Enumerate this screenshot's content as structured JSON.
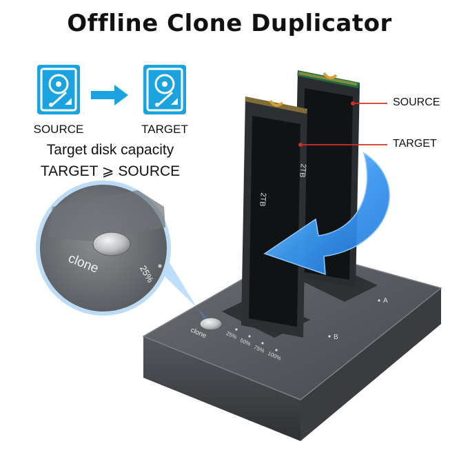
{
  "title": "Offline Clone Duplicator",
  "diagram": {
    "source_label": "SOURCE",
    "target_label": "TARGET",
    "capacity_line1": "Target disk capacity",
    "capacity_line2": "TARGET ⩾ SOURCE"
  },
  "callouts": {
    "source": "SOURCE",
    "target": "TARGET"
  },
  "ssd_front": {
    "capacity": "2TB"
  },
  "ssd_back": {
    "capacity": "2TB"
  },
  "device": {
    "button_label": "clone",
    "progress_leds": [
      "25%",
      "50%",
      "75%",
      "100%"
    ],
    "slot_a": "A",
    "slot_b": "B"
  },
  "zoom": {
    "button_label": "clone",
    "led_label": "25%"
  },
  "colors": {
    "icon_blue": "#1ba3e0",
    "arrow_blue": "#2f8fe4",
    "callout_red": "#d62b2b",
    "dock_gray": "#4a4d52"
  }
}
